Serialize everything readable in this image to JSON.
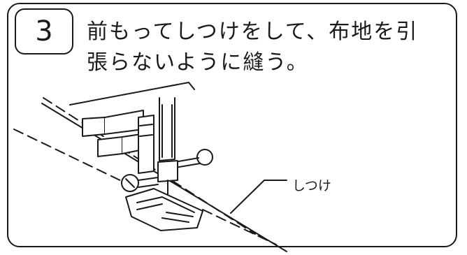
{
  "step": {
    "number": "3",
    "instruction_line1": "前もってしつけをして、布地を引",
    "instruction_line2": "張らないように縫う。"
  },
  "illustration": {
    "icon": "sewing-machine-presser-foot-icon",
    "callout_label": "しつけ"
  }
}
